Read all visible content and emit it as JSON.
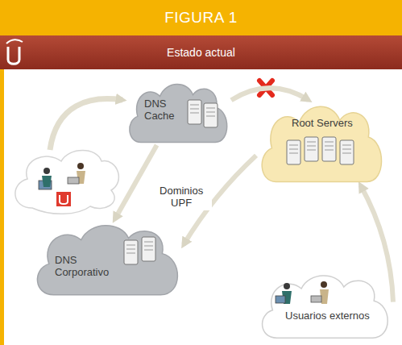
{
  "diagram": {
    "title": "FIGURA 1",
    "nodes": [
      {
        "text": [
          "DNS Cache"
        ]
      },
      {
        "text": [
          "Root Servers"
        ]
      },
      {
        "text": [
          "DNS Corporativo"
        ]
      },
      {
        "text": [
          "Usuarios externos"
        ]
      }
    ],
    "edges": [
      {
        "from": 0,
        "to": 1,
        "arrow": "to"
      },
      {
        "from": 0,
        "to": 2,
        "arrow": "to"
      },
      {
        "from": 1,
        "to": 2,
        "label": "Dominios UPF",
        "arrow": "to"
      },
      {
        "from": 3,
        "to": 1,
        "arrow": "to"
      }
    ],
    "labels": [
      "Estado actual"
    ]
  }
}
